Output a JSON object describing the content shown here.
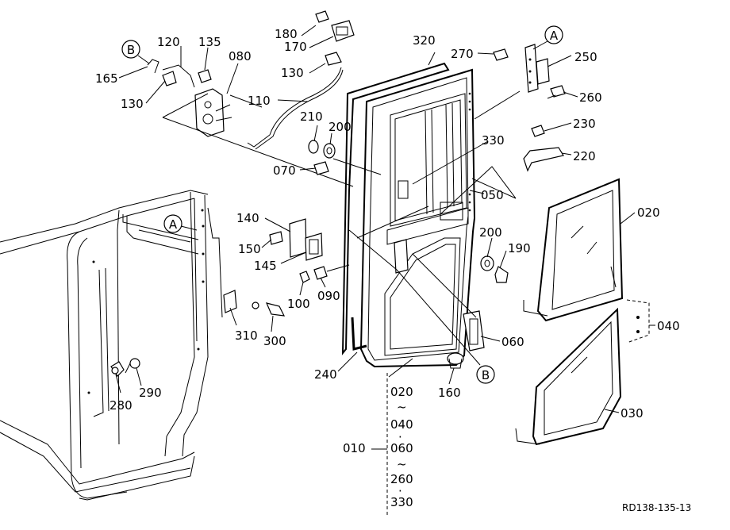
{
  "callouts": {
    "c180": "180",
    "c170": "170",
    "c130a": "130",
    "c120": "120",
    "c135": "135",
    "c080": "080",
    "c165": "165",
    "c130b": "130",
    "c110": "110",
    "c320": "320",
    "c270": "270",
    "c250": "250",
    "c260": "260",
    "c230": "230",
    "c220": "220",
    "c210": "210",
    "c200a": "200",
    "c070": "070",
    "c330": "330",
    "c050": "050",
    "c020": "020",
    "c140": "140",
    "c150": "150",
    "c145": "145",
    "c200b": "200",
    "c190": "190",
    "c100": "100",
    "c090": "090",
    "c040": "040",
    "c310": "310",
    "c300": "300",
    "c060": "060",
    "c240": "240",
    "c160": "160",
    "c030": "030",
    "c280": "280",
    "c290": "290"
  },
  "ref_markers": {
    "a_top": "A",
    "a_cab": "A",
    "b_top": "B",
    "b_bottom": "B"
  },
  "assembly": {
    "main": "010",
    "stack": [
      "020",
      "~",
      "040",
      "·",
      "060",
      "~",
      "260",
      "·",
      "330"
    ]
  },
  "drawing_number": "RD138-135-13"
}
